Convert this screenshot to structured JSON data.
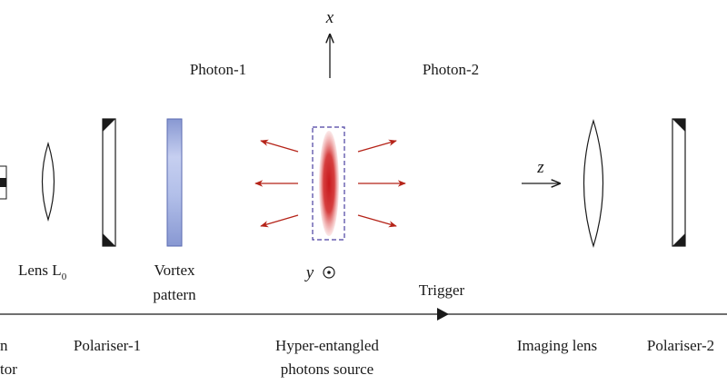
{
  "labels": {
    "photon1": "Photon-1",
    "photon2": "Photon-2",
    "lens_l0_main": "Lens L",
    "lens_l0_sub": "0",
    "vortex_line1": "Vortex",
    "vortex_line2": "pattern",
    "trigger": "Trigger",
    "left_partial_top": "n",
    "left_partial_bottom": "tor",
    "polariser1": "Polariser-1",
    "source_line1": "Hyper-entangled",
    "source_line2": "photons source",
    "imaging_lens": "Imaging lens",
    "polariser2": "Polariser-2"
  },
  "axes": {
    "x": "x",
    "y": "y",
    "z": "z"
  },
  "colors": {
    "line": "#1a1a1a",
    "emission_arrow": "#b52318",
    "source_fill": "#cc1f1f",
    "source_box": "#4a3fa0",
    "vortex_plate": "#8fa2d8"
  }
}
